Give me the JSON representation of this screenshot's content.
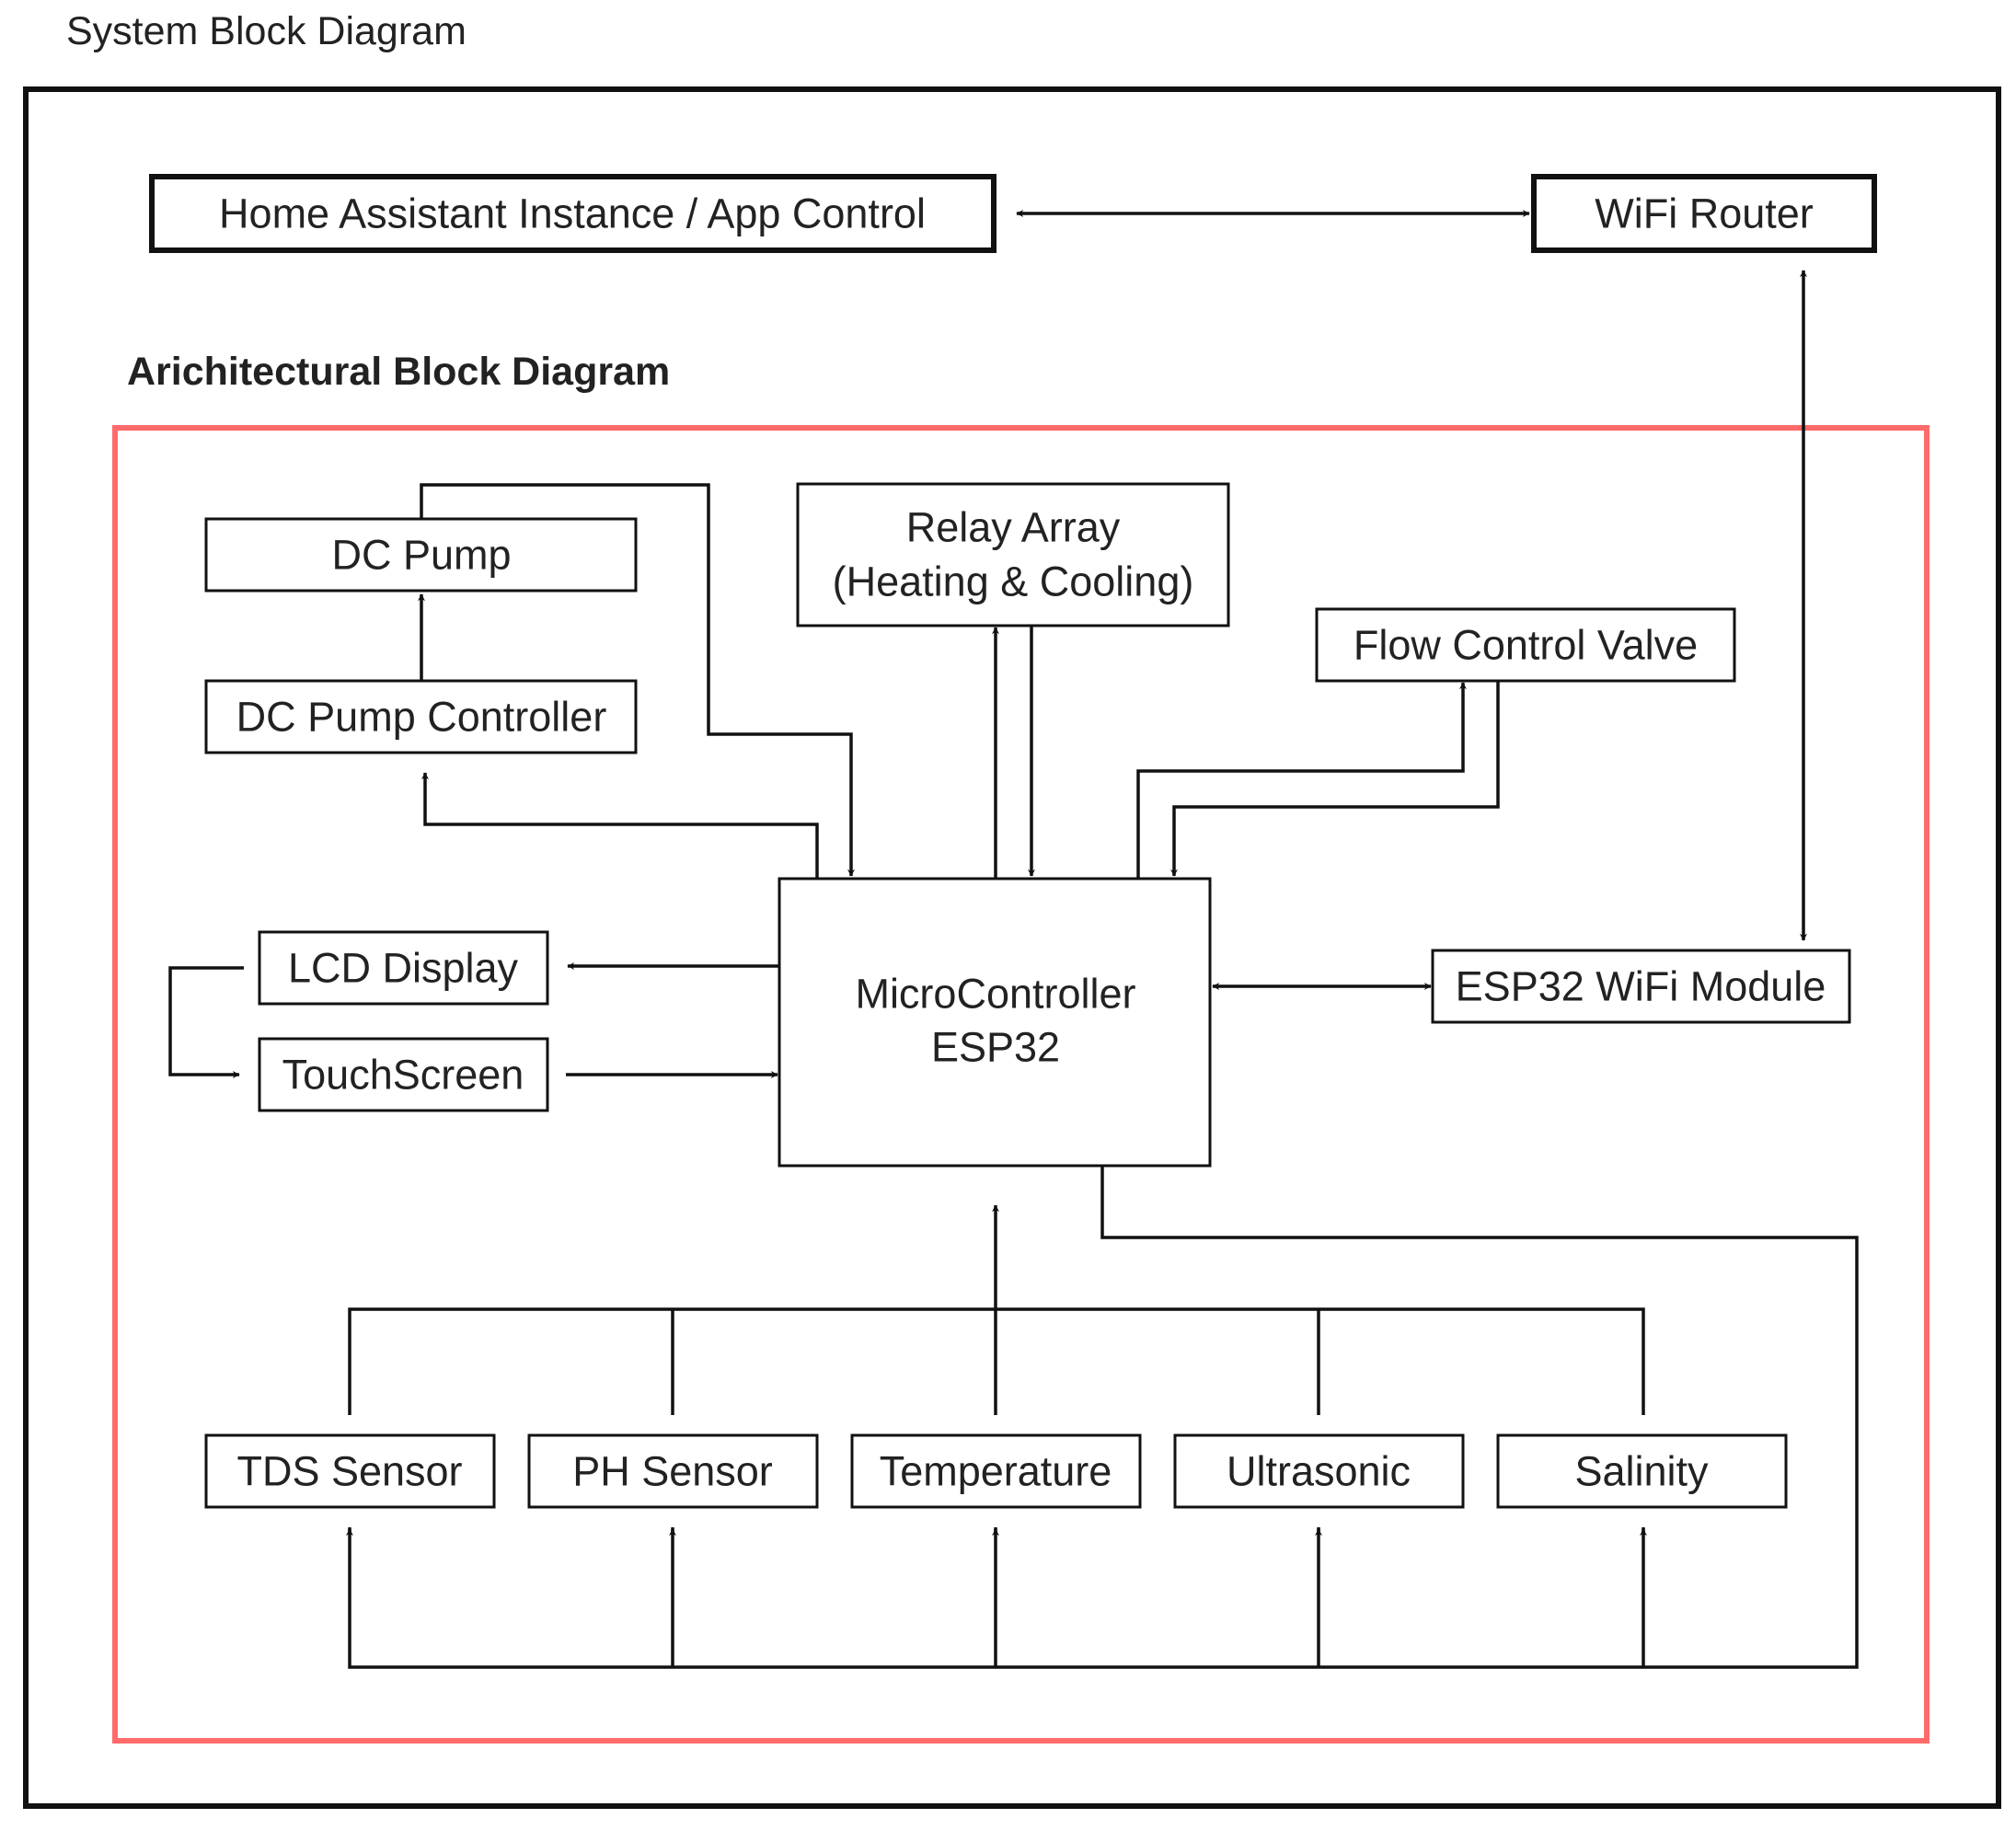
{
  "titles": {
    "system": "System Block Diagram",
    "architectural": "Arichitectural Block Diagram"
  },
  "colors": {
    "line": "#111111",
    "text": "#222222",
    "architectural_frame": "#ff6b6b"
  },
  "blocks": {
    "home_assistant": "Home Assistant Instance / App Control",
    "wifi_router": "WiFi Router",
    "dc_pump": "DC Pump",
    "dc_pump_controller": "DC Pump Controller",
    "relay_array_line1": "Relay Array",
    "relay_array_line2": "(Heating & Cooling)",
    "flow_control_valve": "Flow Control Valve",
    "lcd_display": "LCD Display",
    "touchscreen": "TouchScreen",
    "microcontroller_line1": "MicroController",
    "microcontroller_line2": "ESP32",
    "esp32_wifi_module": "ESP32 WiFi Module",
    "tds_sensor": "TDS Sensor",
    "ph_sensor": "PH Sensor",
    "temperature": "Temperature",
    "ultrasonic": "Ultrasonic",
    "salinity": "Salinity"
  }
}
